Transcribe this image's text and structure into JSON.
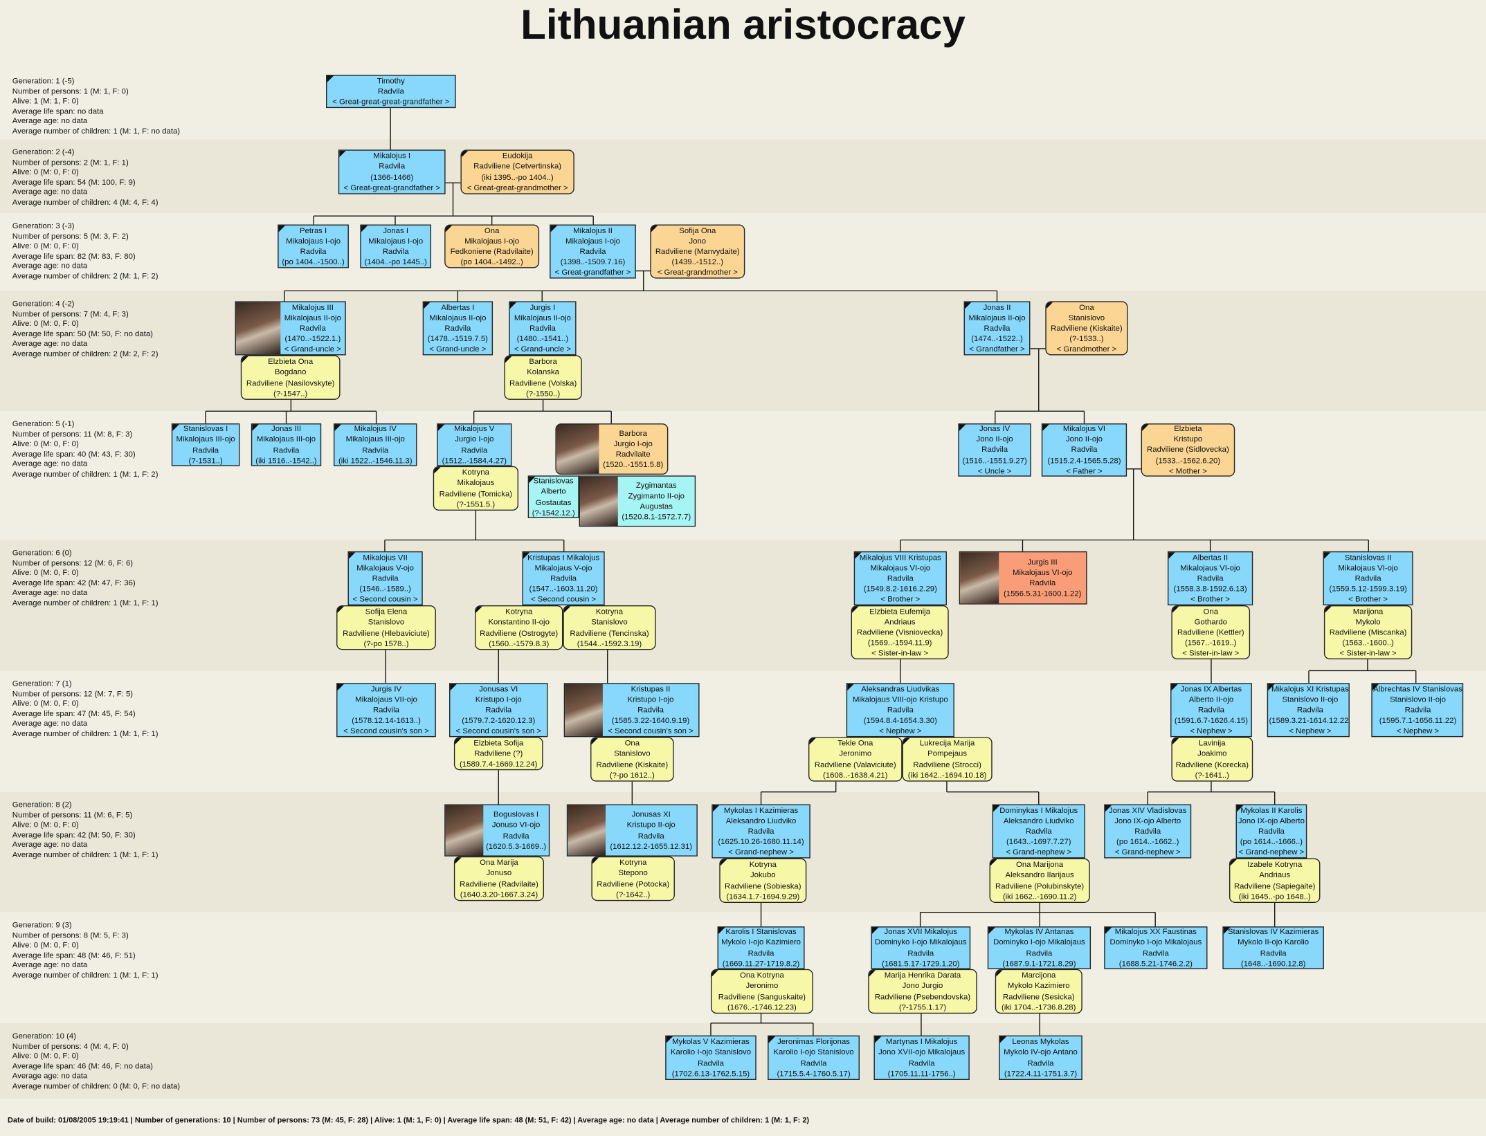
{
  "title": "Lithuanian aristocracy",
  "colors": {
    "male": "#87D8FA",
    "female": "#FAD593",
    "spouse": "#F7F7A8",
    "highlight": "#F99D78",
    "relative": "#A6F4F4"
  },
  "generations": [
    [
      "Generation: 1 (-5)",
      "Number of persons: 1 (M: 1, F: 0)",
      "Alive: 1 (M: 1, F: 0)",
      "Average life span: no data",
      "Average age: no data",
      "Average number of children: 1 (M: 1, F: no data)"
    ],
    [
      "Generation: 2 (-4)",
      "Number of persons: 2 (M: 1, F: 1)",
      "Alive: 0 (M: 0, F: 0)",
      "Average life span: 54 (M: 100, F: 9)",
      "Average age: no data",
      "Average number of children: 4 (M: 4, F: 4)"
    ],
    [
      "Generation: 3 (-3)",
      "Number of persons: 5 (M: 3, F: 2)",
      "Alive: 0 (M: 0, F: 0)",
      "Average life span: 82 (M: 83, F: 80)",
      "Average age: no data",
      "Average number of children: 2 (M: 1, F: 2)"
    ],
    [
      "Generation: 4 (-2)",
      "Number of persons: 7 (M: 4, F: 3)",
      "Alive: 0 (M: 0, F: 0)",
      "Average life span: 50 (M: 50, F: no data)",
      "Average age: no data",
      "Average number of children: 2 (M: 2, F: 2)"
    ],
    [
      "Generation: 5 (-1)",
      "Number of persons: 11 (M: 8, F: 3)",
      "Alive: 0 (M: 0, F: 0)",
      "Average life span: 40 (M: 43, F: 30)",
      "Average age: no data",
      "Average number of children: 1 (M: 1, F: 2)"
    ],
    [
      "Generation: 6 (0)",
      "Number of persons: 12 (M: 6, F: 6)",
      "Alive: 0 (M: 0, F: 0)",
      "Average life span: 42 (M: 47, F: 36)",
      "Average age: no data",
      "Average number of children: 1 (M: 1, F: 1)"
    ],
    [
      "Generation: 7 (1)",
      "Number of persons: 12 (M: 7, F: 5)",
      "Alive: 0 (M: 0, F: 0)",
      "Average life span: 47 (M: 45, F: 54)",
      "Average age: no data",
      "Average number of children: 1 (M: 1, F: 1)"
    ],
    [
      "Generation: 8 (2)",
      "Number of persons: 11 (M: 6, F: 5)",
      "Alive: 0 (M: 0, F: 0)",
      "Average life span: 42 (M: 50, F: 30)",
      "Average age: no data",
      "Average number of children: 1 (M: 1, F: 1)"
    ],
    [
      "Generation: 9 (3)",
      "Number of persons: 8 (M: 5, F: 3)",
      "Alive: 0 (M: 0, F: 0)",
      "Average life span: 48 (M: 46, F: 51)",
      "Average age: no data",
      "Average number of children: 1 (M: 1, F: 1)"
    ],
    [
      "Generation: 10 (4)",
      "Number of persons: 4 (M: 4, F: 0)",
      "Alive: 0 (M: 0, F: 0)",
      "Average life span: 46 (M: 46, F: no data)",
      "Average age: no data",
      "Average number of children: 0 (M: 0, F: no data)"
    ]
  ],
  "persons": [
    {
      "t": "m",
      "lines": [
        "Timothy",
        "Radvila",
        "< Great-great-great-grandfather >"
      ]
    },
    {
      "t": "m",
      "lines": [
        "Mikalojus I",
        "Radvila",
        "(1366-1466)",
        "< Great-great-grandfather >"
      ]
    },
    {
      "t": "f",
      "lines": [
        "Eudokija",
        "Radviliene (Cetvertinska)",
        "(iki 1395..-po 1404..)",
        "< Great-great-grandmother >"
      ]
    },
    {
      "t": "m",
      "lines": [
        "Petras I",
        "Mikalojaus I-ojo",
        "Radvila",
        "(po 1404..-1500..)"
      ]
    },
    {
      "t": "m",
      "lines": [
        "Jonas I",
        "Mikalojaus I-ojo",
        "Radvila",
        "(1404..-po 1445..)"
      ]
    },
    {
      "t": "f",
      "lines": [
        "Ona",
        "Mikalojaus I-ojo",
        "Fedkoniene (Radvilaite)",
        "(po 1404..-1492..)"
      ]
    },
    {
      "t": "m",
      "lines": [
        "Mikalojus II",
        "Mikalojaus I-ojo",
        "Radvila",
        "(1398..-1509.7.16)",
        "< Great-grandfather >"
      ]
    },
    {
      "t": "f",
      "lines": [
        "Sofija Ona",
        "Jono",
        "Radviliene (Manvydaite)",
        "(1439..-1512..)",
        "< Great-grandmother >"
      ]
    },
    {
      "t": "m",
      "photo": true,
      "lines": [
        "Mikalojus III",
        "Mikalojaus II-ojo",
        "Radvila",
        "(1470..-1522.1.)",
        "< Grand-uncle >"
      ]
    },
    {
      "t": "s",
      "lines": [
        "Elzbieta Ona",
        "Bogdano",
        "Radviliene (Nasilovskyte)",
        "(?-1547..)"
      ]
    },
    {
      "t": "m",
      "lines": [
        "Albertas I",
        "Mikalojaus II-ojo",
        "Radvila",
        "(1478..-1519.7.5)",
        "< Grand-uncle >"
      ]
    },
    {
      "t": "m",
      "lines": [
        "Jurgis I",
        "Mikalojaus II-ojo",
        "Radvila",
        "(1480..-1541..)",
        "< Grand-uncle >"
      ]
    },
    {
      "t": "s",
      "lines": [
        "Barbora",
        "Kolanska",
        "Radviliene (Volska)",
        "(?-1550..)"
      ]
    },
    {
      "t": "m",
      "lines": [
        "Jonas II",
        "Mikalojaus II-ojo",
        "Radvila",
        "(1474..-1522..)",
        "< Grandfather >"
      ]
    },
    {
      "t": "f",
      "lines": [
        "Ona",
        "Stanislovo",
        "Radviliene (Kiskaite)",
        "(?-1533..)",
        "< Grandmother >"
      ]
    },
    {
      "t": "m",
      "lines": [
        "Stanislovas I",
        "Mikalojaus III-ojo",
        "Radvila",
        "(?-1531..)"
      ]
    },
    {
      "t": "m",
      "lines": [
        "Jonas III",
        "Mikalojaus III-ojo",
        "Radvila",
        "(iki 1516..-1542..)"
      ]
    },
    {
      "t": "m",
      "lines": [
        "Mikalojus IV",
        "Mikalojaus III-ojo",
        "Radvila",
        "(iki 1522..-1546.11.3)"
      ]
    },
    {
      "t": "m",
      "lines": [
        "Mikalojus V",
        "Jurgio I-ojo",
        "Radvila",
        "(1512..-1584.4.27)"
      ]
    },
    {
      "t": "s",
      "lines": [
        "Kotryna",
        "Mikalojaus",
        "Radviliene (Tomicka)",
        "(?-1551.5.)"
      ]
    },
    {
      "t": "f",
      "photo": true,
      "lines": [
        "Barbora",
        "Jurgio I-ojo",
        "Radvilaite",
        "(1520..-1551.5.8)"
      ]
    },
    {
      "t": "c",
      "lines": [
        "Stanislovas",
        "Alberto",
        "Gostautas",
        "(?-1542.12.)"
      ]
    },
    {
      "t": "c",
      "photo": true,
      "lines": [
        "Zygimantas",
        "Zygimanto II-ojo",
        "Augustas",
        "(1520.8.1-1572.7.7)"
      ]
    },
    {
      "t": "m",
      "lines": [
        "Jonas IV",
        "Jono II-ojo",
        "Radvila",
        "(1516..-1551.9.27)",
        "< Uncle >"
      ]
    },
    {
      "t": "m",
      "lines": [
        "Mikalojus VI",
        "Jono II-ojo",
        "Radvila",
        "(1515.2.4-1565.5.28)",
        "< Father >"
      ]
    },
    {
      "t": "f",
      "lines": [
        "Elzbieta",
        "Kristupo",
        "Radviliene (Sidlovecka)",
        "(1533..-1562.6.20)",
        "< Mother >"
      ]
    },
    {
      "t": "m",
      "lines": [
        "Mikalojus VII",
        "Mikalojaus V-ojo",
        "Radvila",
        "(1546..-1589..)",
        "< Second cousin >"
      ]
    },
    {
      "t": "s",
      "lines": [
        "Sofija Elena",
        "Stanislovo",
        "Radviliene (Hlebaviciute)",
        "(?-po 1578..)"
      ]
    },
    {
      "t": "m",
      "lines": [
        "Kristupas I Mikalojus",
        "Mikalojaus V-ojo",
        "Radvila",
        "(1547..-1603.11.20)",
        "< Second cousin >"
      ]
    },
    {
      "t": "s",
      "lines": [
        "Kotryna",
        "Konstantino II-ojo",
        "Radviliene (Ostrogyte)",
        "(1560..-1579.8.3)"
      ]
    },
    {
      "t": "s",
      "lines": [
        "Kotryna",
        "Stanislovo",
        "Radviliene (Tencinska)",
        "(1544..-1592.3.19)"
      ]
    },
    {
      "t": "m",
      "lines": [
        "Mikalojus VIII Kristupas",
        "Mikalojaus VI-ojo",
        "Radvila",
        "(1549.8.2-1616.2.29)",
        "< Brother >"
      ]
    },
    {
      "t": "s",
      "lines": [
        "Elzbieta Eufemija",
        "Andriaus",
        "Radviliene (Visniovecka)",
        "(1569..-1594.11.9)",
        "< Sister-in-law >"
      ]
    },
    {
      "t": "r",
      "photo": true,
      "lines": [
        "Jurgis III",
        "Mikalojaus VI-ojo",
        "Radvila",
        "(1556.5.31-1600.1.22)"
      ]
    },
    {
      "t": "m",
      "lines": [
        "Albertas II",
        "Mikalojaus VI-ojo",
        "Radvila",
        "(1558.3.8-1592.6.13)",
        "< Brother >"
      ]
    },
    {
      "t": "s",
      "lines": [
        "Ona",
        "Gothardo",
        "Radviliene (Kettler)",
        "(1567..-1619..)",
        "< Sister-in-law >"
      ]
    },
    {
      "t": "m",
      "lines": [
        "Stanislovas II",
        "Mikalojaus VI-ojo",
        "Radvila",
        "(1559.5.12-1599.3.19)",
        "< Brother >"
      ]
    },
    {
      "t": "s",
      "lines": [
        "Marijona",
        "Mykolo",
        "Radviliene (Miscanka)",
        "(1563..-1600..)",
        "< Sister-in-law >"
      ]
    },
    {
      "t": "m",
      "lines": [
        "Jurgis IV",
        "Mikalojaus VII-ojo",
        "Radvila",
        "(1578.12.14-1613..)",
        "< Second cousin's son >"
      ]
    },
    {
      "t": "m",
      "lines": [
        "Jonusas VI",
        "Kristupo I-ojo",
        "Radvila",
        "(1579.7.2-1620.12.3)",
        "< Second cousin's son >"
      ]
    },
    {
      "t": "s",
      "lines": [
        "Elzbieta Sofija",
        "Radviliene (?)",
        "(1589.7.4-1669.12.24)"
      ]
    },
    {
      "t": "m",
      "photo": true,
      "lines": [
        "Kristupas II",
        "Kristupo I-ojo",
        "Radvila",
        "(1585.3.22-1640.9.19)",
        "< Second cousin's son >"
      ]
    },
    {
      "t": "s",
      "lines": [
        "Ona",
        "Stanislovo",
        "Radviliene (Kiskaite)",
        "(?-po 1612..)"
      ]
    },
    {
      "t": "m",
      "lines": [
        "Aleksandras Liudvikas",
        "Mikalojaus VIII-ojo Kristupo",
        "Radvila",
        "(1594.8.4-1654.3.30)",
        "< Nephew >"
      ]
    },
    {
      "t": "s",
      "lines": [
        "Tekle Ona",
        "Jeronimo",
        "Radviliene (Valaviciute)",
        "(1608..-1638.4.21)"
      ]
    },
    {
      "t": "s",
      "lines": [
        "Lukrecija Marija",
        "Pompejaus",
        "Radviliene (Strocci)",
        "(iki 1642..-1694.10.18)"
      ]
    },
    {
      "t": "m",
      "lines": [
        "Jonas IX Albertas",
        "Alberto II-ojo",
        "Radvila",
        "(1591.6.7-1626.4.15)",
        "< Nephew >"
      ]
    },
    {
      "t": "s",
      "lines": [
        "Lavinija",
        "Joakimo",
        "Radviliene (Korecka)",
        "(?-1641..)"
      ]
    },
    {
      "t": "m",
      "lines": [
        "Mikalojus XI Kristupas",
        "Stanislovo II-ojo",
        "Radvila",
        "(1589.3.21-1614.12.22)",
        "< Nephew >"
      ]
    },
    {
      "t": "m",
      "lines": [
        "Albrechtas IV Stanislovas",
        "Stanislovo II-ojo",
        "Radvila",
        "(1595.7.1-1656.11.22)",
        "< Nephew >"
      ]
    },
    {
      "t": "m",
      "photo": true,
      "lines": [
        "Boguslovas I",
        "Jonuso VI-ojo",
        "Radvila",
        "(1620.5.3-1669..)"
      ]
    },
    {
      "t": "s",
      "lines": [
        "Ona Marija",
        "Jonuso",
        "Radviliene (Radvilaite)",
        "(1640.3.20-1667.3.24)"
      ]
    },
    {
      "t": "m",
      "photo": true,
      "lines": [
        "Jonusas XI",
        "Kristupo II-ojo",
        "Radvila",
        "(1612.12.2-1655.12.31)"
      ]
    },
    {
      "t": "s",
      "lines": [
        "Kotryna",
        "Stepono",
        "Radviliene (Potocka)",
        "(?-1642..)"
      ]
    },
    {
      "t": "m",
      "lines": [
        "Mykolas I Kazimieras",
        "Aleksandro Liudviko",
        "Radvila",
        "(1625.10.26-1680.11.14)",
        "< Grand-nephew >"
      ]
    },
    {
      "t": "s",
      "lines": [
        "Kotryna",
        "Jokubo",
        "Radviliene (Sobieska)",
        "(1634.1.7-1694.9.29)"
      ]
    },
    {
      "t": "m",
      "lines": [
        "Dominykas I Mikalojus",
        "Aleksandro Liudviko",
        "Radvila",
        "(1643..-1697.7.27)",
        "< Grand-nephew >"
      ]
    },
    {
      "t": "s",
      "lines": [
        "Ona Marijona",
        "Aleksandro Ilarijaus",
        "Radviliene (Polubinskyte)",
        "(iki 1662..-1690.11.2)"
      ]
    },
    {
      "t": "m",
      "lines": [
        "Jonas XIV Vladislovas",
        "Jono IX-ojo Alberto",
        "Radvila",
        "(po 1614..-1662..)",
        "< Grand-nephew >"
      ]
    },
    {
      "t": "m",
      "lines": [
        "Mykolas II Karolis",
        "Jono IX-ojo Alberto",
        "Radvila",
        "(po 1614..-1666..)",
        "< Grand-nephew >"
      ]
    },
    {
      "t": "s",
      "lines": [
        "Izabele Kotryna",
        "Andriaus",
        "Radviliene (Sapiegaite)",
        "(iki 1645..-po 1648..)"
      ]
    },
    {
      "t": "m",
      "lines": [
        "Karolis I Stanislovas",
        "Mykolo I-ojo Kazimiero",
        "Radvila",
        "(1669.11.27-1719.8.2)"
      ]
    },
    {
      "t": "s",
      "lines": [
        "Ona Kotryna",
        "Jeronimo",
        "Radviliene (Sanguskaite)",
        "(1676..-1746.12.23)"
      ]
    },
    {
      "t": "m",
      "lines": [
        "Jonas XVII Mikalojus",
        "Dominyko I-ojo Mikalojaus",
        "Radvila",
        "(1681.5.17-1729.1.20)"
      ]
    },
    {
      "t": "s",
      "lines": [
        "Marija Henrika Darata",
        "Jono Jurgio",
        "Radviliene (Psebendovska)",
        "(?-1755.1.17)"
      ]
    },
    {
      "t": "m",
      "lines": [
        "Mykolas IV Antanas",
        "Dominyko I-ojo Mikalojaus",
        "Radvila",
        "(1687.9.1-1721.8.29)"
      ]
    },
    {
      "t": "s",
      "lines": [
        "Marcijona",
        "Mykolo Kazimiero",
        "Radviliene (Sesicka)",
        "(iki 1704..-1736.8.28)"
      ]
    },
    {
      "t": "m",
      "lines": [
        "Mikalojus XX Faustinas",
        "Dominyko I-ojo Mikalojaus",
        "Radvila",
        "(1688.5.21-1746.2.2)"
      ]
    },
    {
      "t": "m",
      "lines": [
        "Stanislovas IV Kazimieras",
        "Mykolo II-ojo Karolio",
        "Radvila",
        "(1648..-1690.12.8)"
      ]
    },
    {
      "t": "m",
      "lines": [
        "Mykolas V Kazimieras",
        "Karolio I-ojo Stanislovo",
        "Radvila",
        "(1702.6.13-1762.5.15)"
      ]
    },
    {
      "t": "m",
      "lines": [
        "Jeronimas Florijonas",
        "Karolio I-ojo Stanislovo",
        "Radvila",
        "(1715.5.4-1760.5.17)"
      ]
    },
    {
      "t": "m",
      "lines": [
        "Martynas I Mikalojus",
        "Jono XVII-ojo Mikalojaus",
        "Radvila",
        "(1705.11.11-1756..)"
      ]
    },
    {
      "t": "m",
      "lines": [
        "Leonas Mykolas",
        "Mykolo IV-ojo Antano",
        "Radvila",
        "(1722.4.11-1751.3.7)"
      ]
    }
  ],
  "footer": "Date of build: 01/08/2005 19:19:41 | Number of generations: 10 | Number of persons: 73 (M: 45, F: 28) | Alive: 1 (M: 1, F: 0) | Average life span: 48 (M: 51, F: 42) | Average age: no data | Average number of children: 1 (M: 1, F: 2)"
}
